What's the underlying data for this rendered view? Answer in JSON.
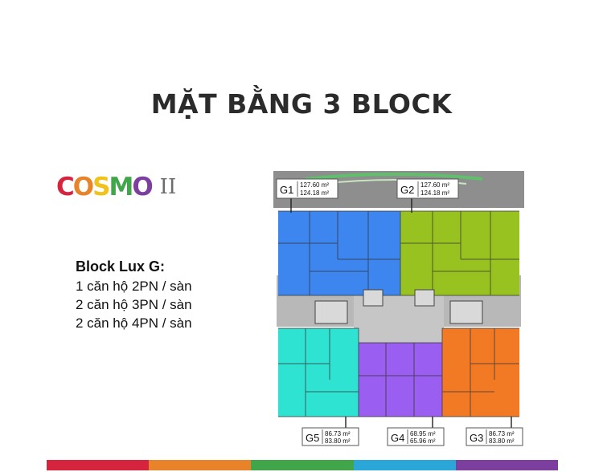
{
  "page": {
    "title": "MẶT BẰNG 3 BLOCK"
  },
  "logo": {
    "letters": [
      {
        "ch": "C",
        "color": "#d6243e"
      },
      {
        "ch": "O",
        "color": "#e8832a"
      },
      {
        "ch": "S",
        "color": "#f0c21a"
      },
      {
        "ch": "M",
        "color": "#41a54a"
      },
      {
        "ch": "O",
        "color": "#7c3fa0"
      }
    ],
    "suffix": "II"
  },
  "info": {
    "heading": "Block Lux G:",
    "lines": [
      "1 căn hộ 2PN / sàn",
      "2 căn hộ 3PN / sàn",
      "2 căn hộ 4PN / sàn"
    ]
  },
  "floorplan": {
    "units": [
      {
        "id": "G1",
        "area1": "127.60 m²",
        "area2": "124.18 m²",
        "color": "#3d86f0"
      },
      {
        "id": "G2",
        "area1": "127.60 m²",
        "area2": "124.18 m²",
        "color": "#97c21f"
      },
      {
        "id": "G5",
        "area1": "86.73 m²",
        "area2": "83.80 m²",
        "color": "#2ee3d2"
      },
      {
        "id": "G4",
        "area1": "68.95 m²",
        "area2": "65.96 m²",
        "color": "#9a5ff0"
      },
      {
        "id": "G3",
        "area1": "86.73 m²",
        "area2": "83.80 m²",
        "color": "#f37a24"
      }
    ],
    "core_color": "#b8b8b8",
    "landscape_color": "#8e8e8e"
  },
  "footer_stripe": [
    "#d6243e",
    "#e8832a",
    "#41a54a",
    "#2aa7d8",
    "#7c3fa0"
  ]
}
